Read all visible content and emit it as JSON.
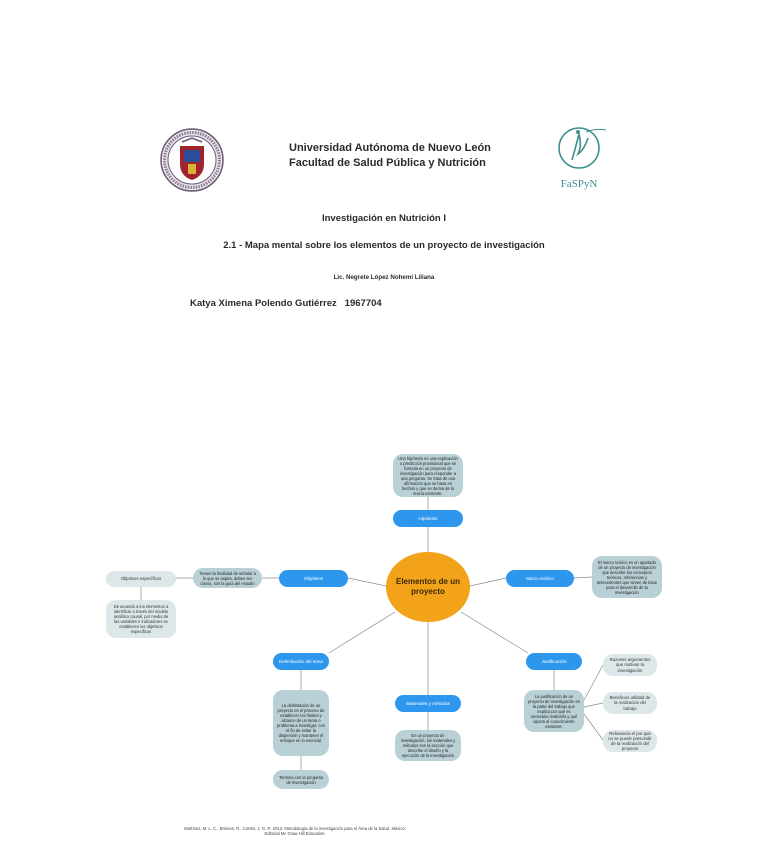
{
  "header": {
    "university": "Universidad Autónoma de Nuevo León",
    "faculty": "Facultad de Salud Pública y Nutrición",
    "course": "Investigación en Nutrición I",
    "assignment": "2.1 - Mapa mental sobre los elementos de un proyecto de investigación",
    "teacher": "Lic. Negrete López Nohemí Liliana",
    "student": "Katya Ximena Polendo Gutiérrez   1967704",
    "faspyn_label": "FaSPyN"
  },
  "map": {
    "center": "Elementos de un proyecto",
    "hipotesis": {
      "label": "Hipótesis",
      "note": "Una hipótesis es una explicación o predicción provisional que se formula en un proyecto de investigación para responder a una pregunta. Se trata de una afirmación que se basa en hechos y que se deriva de la teoría existente."
    },
    "marco": {
      "label": "Marco teórico",
      "note": "El marco teórico es un apartado de un proyecto de investigación que describe los conceptos teóricos, referencias y antecedentes que sirven de base para el desarrollo de la investigación"
    },
    "objetivos": {
      "label": "Objetivos",
      "note": "Tienen la finalidad de señalar a lo que se aspira, deben ser claros, son la guía del estudio",
      "especificos": "Objetivos específicos",
      "especificos_note": "De acuerdo a los elementos a identificar a través del modelo analítico causal, por medio de las variables e indicadores se establecen los objetivos específicos"
    },
    "delimitacion": {
      "label": "Delimitación del tema",
      "note": "La delimitación de un proyecto es el proceso de establecer los límites y alcance de un tema o problema a investigar, con el fin de evitar la dispersión y mantener el enfoque en lo esencial.",
      "note2": "Termina con la pregunta de investigación"
    },
    "materiales": {
      "label": "Materiales y métodos",
      "note": "En un proyecto de investigación, los materiales y métodos son la sección que describe el diseño y la ejecución de la investigación"
    },
    "justificacion": {
      "label": "Justificación",
      "note": "La justificación de un proyecto de investigación es la parte del trabajo que explica por qué es necesario realizarlo y qué aporta al conocimiento existente.",
      "items": [
        "Razones argumentos que motivan la investigación",
        "Beneficios utilidad de la realización del trabajo",
        "Relevancia el por qué no se puede prescindir de la realización del proyecto"
      ]
    }
  },
  "footer": "Martínez, M. L. C., Briones, R., Cortés, J. G. R. 2013. Metodología de la investigación para el Área de la Salud. México: Editorial Mc Graw Hill Education.",
  "colors": {
    "pill": "#2d97ee",
    "note": "#b9d1d6",
    "center": "#f3a319",
    "line": "#8a8a8a"
  }
}
